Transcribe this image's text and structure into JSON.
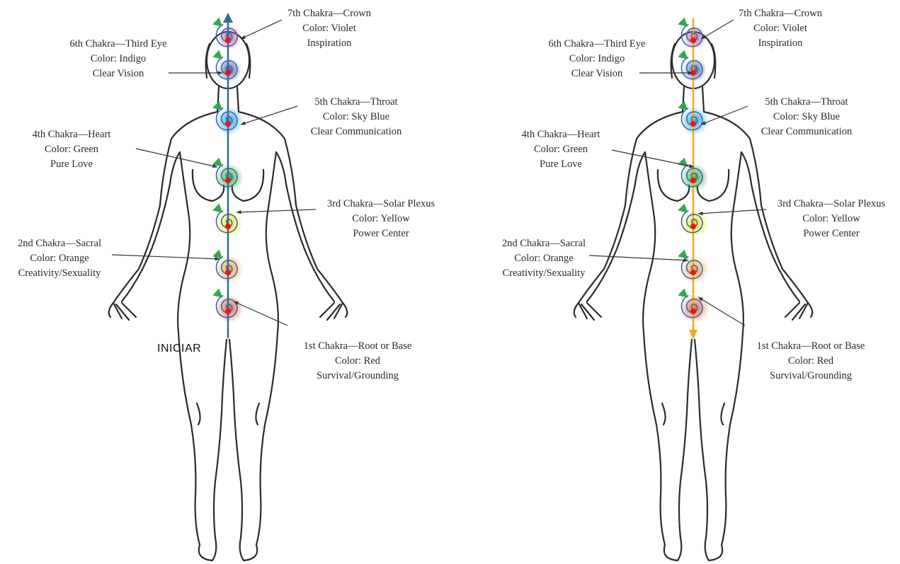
{
  "chakras": [
    {
      "key": "crown",
      "title": "7th Chakra—Crown",
      "color_line": "Color: Violet",
      "meaning": "Inspiration",
      "glow": "#b4579a"
    },
    {
      "key": "eye",
      "title": "6th Chakra—Third Eye",
      "color_line": "Color: Indigo",
      "meaning": "Clear Vision",
      "glow": "#4a4f8c"
    },
    {
      "key": "throat",
      "title": "5th Chakra—Throat",
      "color_line": "Color: Sky Blue",
      "meaning": "Clear Communication",
      "glow": "#2a9fd6"
    },
    {
      "key": "heart",
      "title": "4th Chakra—Heart",
      "color_line": "Color: Green",
      "meaning": "Pure Love",
      "glow": "#3aa632"
    },
    {
      "key": "solar",
      "title": "3rd Chakra—Solar Plexus",
      "color_line": "Color: Yellow",
      "meaning": "Power Center",
      "glow": "#f2e21a"
    },
    {
      "key": "sacral",
      "title": "2nd Chakra—Sacral",
      "color_line": "Color: Orange",
      "meaning": "Creativity/Sexuality",
      "glow": "#f39a2c"
    },
    {
      "key": "root",
      "title": "1st Chakra—Root or Base",
      "color_line": "Color: Red",
      "meaning": "Survival/Grounding",
      "glow": "#e2592f"
    }
  ],
  "left_panel": {
    "start_label": "INICIAR",
    "axis_direction": "up",
    "axis_color": "#2e6e9c"
  },
  "right_panel": {
    "axis_direction": "down",
    "axis_color": "#f5a623"
  },
  "colors": {
    "spiral": "#2f6db3",
    "marker_dot": "#e8161b",
    "spin_arrow": "#2faa4a",
    "outline": "#2b2b2b"
  }
}
